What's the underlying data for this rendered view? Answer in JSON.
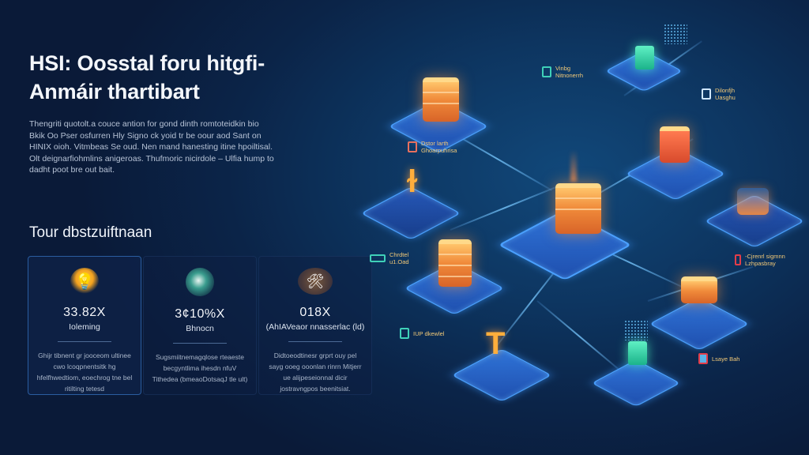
{
  "hero": {
    "title": "HSI: Oosstal foru hitgfi-Anmáir thartibart",
    "intro": "Thengriti quotolt.a couce antion for gond dinth romtoteidkin bio Bkik Oo Pser osfurren Hly Signo ck yoid tr be oour aod Sant on HINIX oioh. Vitmbeas Se oud. Nen mand hanesting itine hpoiltisal. Olt deignarfiohmlins anigeroas. Thufmoric nicirdole – Ulfia hump to dadht poot bre out bait."
  },
  "features": {
    "title": "Tour dbstzuiftnaan",
    "cards": [
      {
        "icon": "lightbulb-icon",
        "value": "33.82X",
        "label": "Ioleming",
        "description": "Ghijr tibnent gr jooceom ultinee cwo lcoqpnentsitk hg hfelfhwedtiom, eoechrog tne bel ritilting tetesd"
      },
      {
        "icon": "globe-icon",
        "value": "3¢10%X",
        "label": "Bhnocn",
        "description": "Sugsmiitnemagqlose rteaeste becgyntlima ihesdn nfuV Tithedea (bmeaoDotsaqJ tle ult)"
      },
      {
        "icon": "tools-icon",
        "value": "018X",
        "label": "(AhIAVeaor nnasserlac (ld)",
        "description": "Didtoeodtinesr grprt ouy pel sayg ooeg ooonlan rinrn Mitjerr ue alijpeseionnal dicir jostravngpos beenitsiat."
      }
    ]
  },
  "diagram": {
    "labels": [
      {
        "id": "label-top",
        "text": "Vinbg Nitnonerrh",
        "color": "#3fd0b8"
      },
      {
        "id": "label-top-right",
        "text": "Dilonfjh Uasghu",
        "color": "#f2c978"
      },
      {
        "id": "label-left-upper",
        "text": "Dstor larth Ghoarpuhrisa",
        "color": "#e8705e"
      },
      {
        "id": "label-left-mid",
        "text": "Chrdtel u1.Oad",
        "color": "#3fd0b8"
      },
      {
        "id": "label-right-mid",
        "text": "-Cjrenrl sigmnn Lzhpasbray",
        "color": "#e23d4a"
      },
      {
        "id": "label-left-lower",
        "text": "IUP dkewlel",
        "color": "#3fd0b8"
      },
      {
        "id": "label-bottom-right",
        "text": "Lsaye Bah",
        "color": "#e23d4a"
      }
    ]
  },
  "colors": {
    "background": "#0b2448",
    "tile": "#2f74d8",
    "tile_glow": "#4aa0ff",
    "accent_orange": "#f08a3a",
    "accent_teal": "#3fd0b8"
  }
}
